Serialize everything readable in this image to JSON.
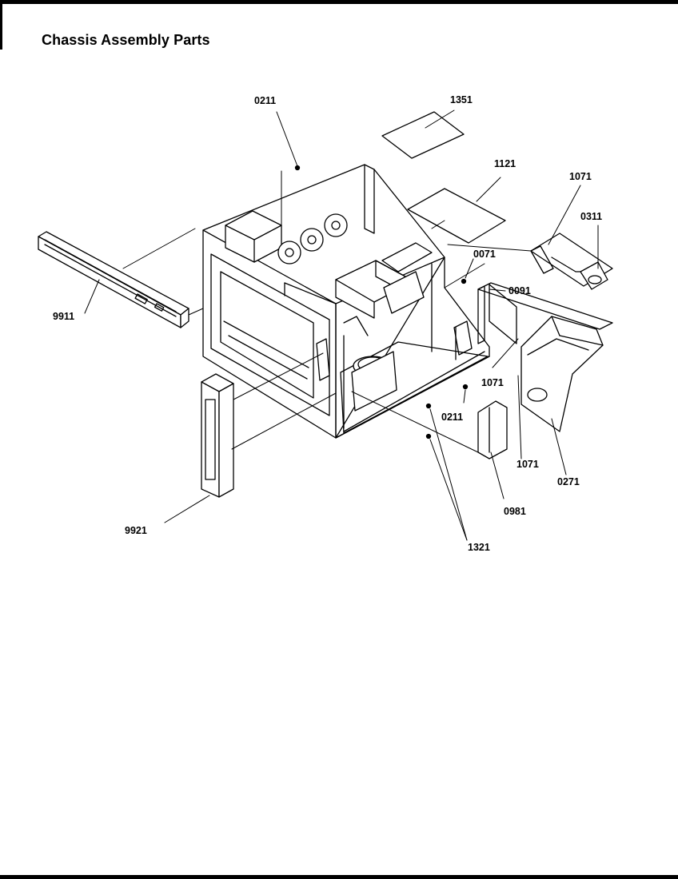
{
  "title": "Chassis Assembly Parts",
  "callouts": {
    "c0211_top": "0211",
    "c1351": "1351",
    "c1121": "1121",
    "c1071_top": "1071",
    "c0311": "0311",
    "c0071": "0071",
    "c0091": "0091",
    "c9911": "9911",
    "c1071_mid": "1071",
    "c0211_mid": "0211",
    "c1071_low": "1071",
    "c0271": "0271",
    "c0981": "0981",
    "c9921": "9921",
    "c1321": "1321"
  }
}
